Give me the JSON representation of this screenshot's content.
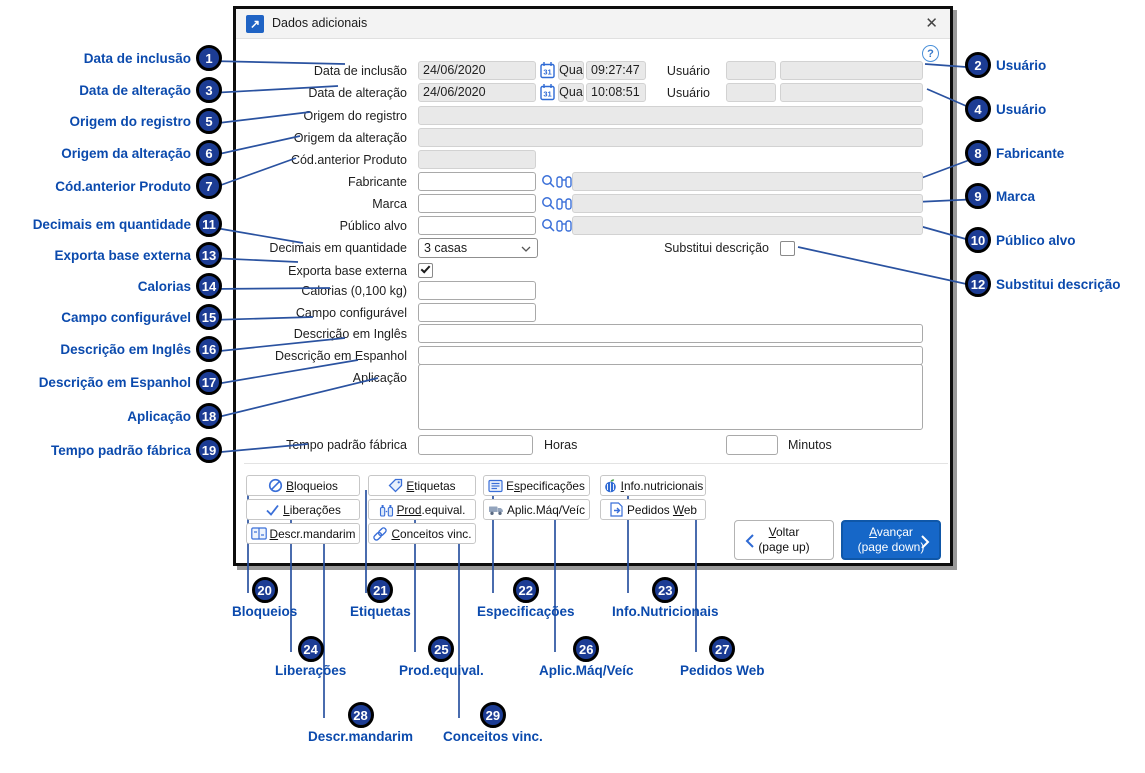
{
  "window": {
    "title": "Dados adicionais",
    "close_glyph": "✕",
    "help_glyph": "?",
    "app_icon_glyph": "↗"
  },
  "fields": {
    "data_inclusao": {
      "label": "Data de inclusão",
      "value": "24/06/2020",
      "calendar_text": "31",
      "weekday": "Qua",
      "time": "09:27:47"
    },
    "usuario1": {
      "label": "Usuário",
      "code": "",
      "name": ""
    },
    "data_alteracao": {
      "label": "Data de alteração",
      "value": "24/06/2020",
      "calendar_text": "31",
      "weekday": "Qua",
      "time": "10:08:51"
    },
    "usuario2": {
      "label": "Usuário",
      "code": "",
      "name": ""
    },
    "origem_registro": {
      "label": "Origem do registro",
      "value": ""
    },
    "origem_alteracao": {
      "label": "Origem da alteração",
      "value": ""
    },
    "cod_anterior": {
      "label": "Cód.anterior Produto",
      "value": ""
    },
    "fabricante": {
      "label": "Fabricante",
      "value": "",
      "desc": ""
    },
    "marca": {
      "label": "Marca",
      "value": "",
      "desc": ""
    },
    "publico_alvo": {
      "label": "Público alvo",
      "value": "",
      "desc": ""
    },
    "decimais": {
      "label": "Decimais em quantidade",
      "value": "3 casas"
    },
    "substitui": {
      "label": "Substitui descrição",
      "checked": false
    },
    "exporta": {
      "label": "Exporta base externa",
      "checked": true
    },
    "calorias": {
      "label": "Calorias (0,100 kg)",
      "value": ""
    },
    "campo_config": {
      "label": "Campo configurável",
      "value": ""
    },
    "desc_ingles": {
      "label": "Descrição em Inglês",
      "value": ""
    },
    "desc_espanhol": {
      "label": "Descrição em Espanhol",
      "value": ""
    },
    "aplicacao": {
      "label": "Aplicação",
      "value": ""
    },
    "tempo": {
      "label": "Tempo padrão fábrica",
      "horas_value": "",
      "horas": "Horas",
      "minutos_value": "",
      "minutos": "Minutos"
    }
  },
  "feature_buttons": [
    {
      "id": "bloqueios",
      "icon": "block-icon",
      "pre": "",
      "accel": "B",
      "post": "loqueios"
    },
    {
      "id": "liberacoes",
      "icon": "check-icon",
      "pre": "",
      "accel": "L",
      "post": "iberações"
    },
    {
      "id": "descr_mandarim",
      "icon": "translate-card-icon",
      "pre": "",
      "accel": "D",
      "post": "escr.mandarim"
    },
    {
      "id": "etiquetas",
      "icon": "tag-icon",
      "pre": "",
      "accel": "E",
      "post": "tiquetas"
    },
    {
      "id": "prod_equival",
      "icon": "bottles-icon",
      "pre": "",
      "accel": "Prod",
      "post": ".equival."
    },
    {
      "id": "conceitos_vinc",
      "icon": "link-icon",
      "pre": "",
      "accel": "C",
      "post": "onceitos vinc."
    },
    {
      "id": "especificacoes",
      "icon": "spec-doc-icon",
      "pre": "E",
      "accel": "s",
      "post": "pecificações"
    },
    {
      "id": "aplic_maq_veic",
      "icon": "truck-icon",
      "pre": "",
      "accel": "",
      "post": "Aplic.Máq/Veíc"
    },
    {
      "id": "info_nutricionais",
      "icon": "nutrition-icon",
      "pre": "",
      "accel": "I",
      "post": "nfo.nutricionais"
    },
    {
      "id": "pedidos_web",
      "icon": "web-doc-icon",
      "pre": "Pedidos ",
      "accel": "W",
      "post": "eb"
    }
  ],
  "nav": {
    "voltar": {
      "accel": "V",
      "rest": "oltar",
      "line2": "(page up)"
    },
    "avancar": {
      "accel": "A",
      "rest": "vançar",
      "line2": "(page down)"
    }
  },
  "callouts": {
    "left": [
      {
        "num": "1",
        "label": "Data de inclusão"
      },
      {
        "num": "3",
        "label": "Data de alteração"
      },
      {
        "num": "5",
        "label": "Origem do registro"
      },
      {
        "num": "6",
        "label": "Origem da alteração"
      },
      {
        "num": "7",
        "label": "Cód.anterior Produto"
      },
      {
        "num": "11",
        "label": "Decimais em quantidade"
      },
      {
        "num": "13",
        "label": "Exporta base externa"
      },
      {
        "num": "14",
        "label": "Calorias"
      },
      {
        "num": "15",
        "label": "Campo configurável"
      },
      {
        "num": "16",
        "label": "Descrição em Inglês"
      },
      {
        "num": "17",
        "label": "Descrição em Espanhol"
      },
      {
        "num": "18",
        "label": "Aplicação"
      },
      {
        "num": "19",
        "label": "Tempo padrão fábrica"
      }
    ],
    "right": [
      {
        "num": "2",
        "label": "Usuário"
      },
      {
        "num": "4",
        "label": "Usuário"
      },
      {
        "num": "8",
        "label": "Fabricante"
      },
      {
        "num": "9",
        "label": "Marca"
      },
      {
        "num": "10",
        "label": "Público alvo"
      },
      {
        "num": "12",
        "label": "Substitui descrição"
      }
    ],
    "bottom": [
      {
        "num": "20",
        "label": "Bloqueios"
      },
      {
        "num": "21",
        "label": "Etiquetas"
      },
      {
        "num": "22",
        "label": "Especificações"
      },
      {
        "num": "23",
        "label": "Info.Nutricionais"
      },
      {
        "num": "24",
        "label": "Liberações"
      },
      {
        "num": "25",
        "label": "Prod.equival."
      },
      {
        "num": "26",
        "label": "Aplic.Máq/Veíc"
      },
      {
        "num": "27",
        "label": "Pedidos Web"
      },
      {
        "num": "28",
        "label": "Descr.mandarim"
      },
      {
        "num": "29",
        "label": "Conceitos vinc."
      }
    ]
  },
  "colors": {
    "accent_blue": "#1f63c4",
    "icon_blue": "#3a6fd8",
    "avancar_bg": "#1667c8",
    "callout_circle": "#1c3c94",
    "callout_text": "#0b4aad",
    "connector_line": "#2a52a0"
  }
}
